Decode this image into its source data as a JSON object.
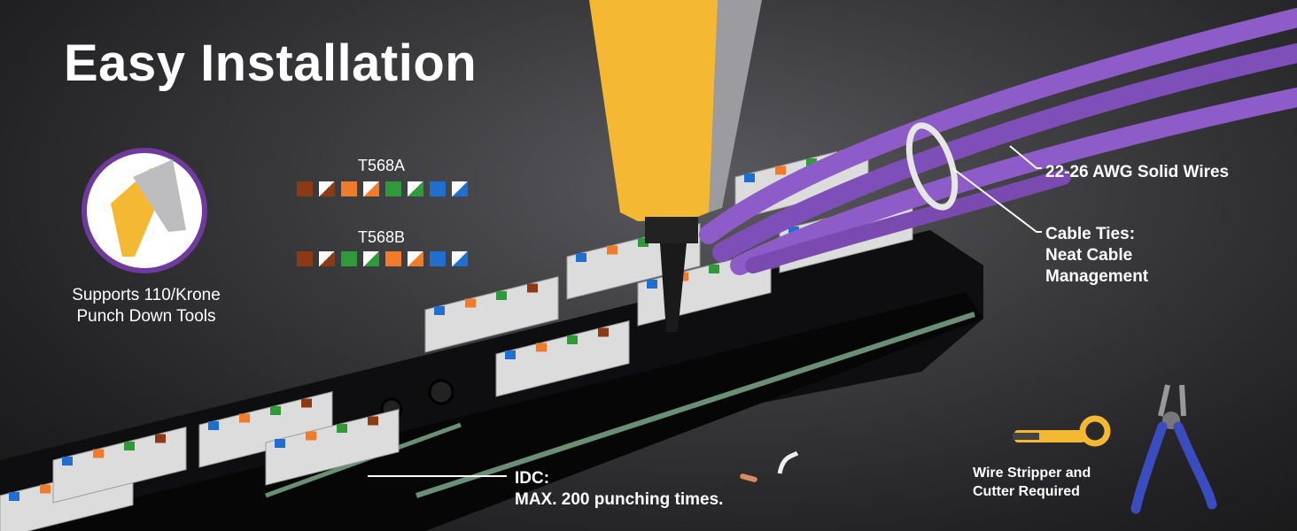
{
  "title": "Easy Installation",
  "tool_caption": [
    "Supports 110/Krone",
    "Punch Down Tools"
  ],
  "wiring_standards": [
    {
      "label": "T568A",
      "colors": [
        "#8B3A14",
        "split-brown",
        "#F07B2A",
        "split-orange",
        "#2E9A3A",
        "split-green",
        "#1E6FD0",
        "split-blue"
      ]
    },
    {
      "label": "T568B",
      "colors": [
        "#8B3A14",
        "split-brown",
        "#2E9A3A",
        "split-green",
        "#F07B2A",
        "split-orange",
        "#1E6FD0",
        "split-blue"
      ]
    }
  ],
  "callouts": {
    "awg": "22-26 AWG Solid Wires",
    "ties": [
      "Cable Ties:",
      "Neat Cable",
      "Management"
    ],
    "idc": [
      "IDC:",
      "MAX. 200 punching times."
    ],
    "stripper": [
      "Wire Stripper and",
      "Cutter Required"
    ]
  },
  "palette": {
    "brown": "#8B3A14",
    "orange": "#F07B2A",
    "green": "#2E9A3A",
    "blue": "#1E6FD0",
    "cable_purple": "#8E5CC8",
    "tool_yellow": "#F5B833",
    "ring_purple": "#6E3A9E"
  }
}
